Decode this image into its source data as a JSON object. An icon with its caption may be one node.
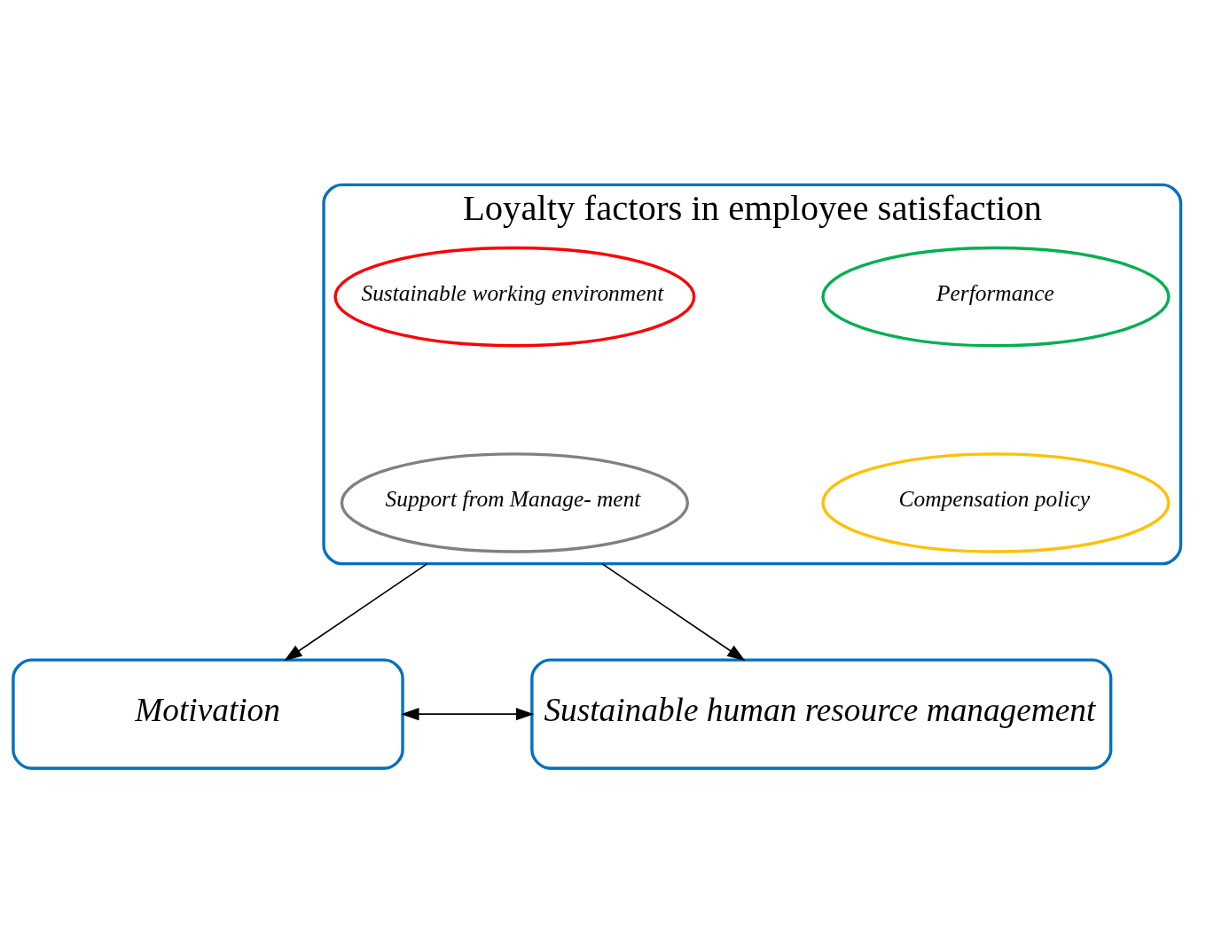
{
  "diagram": {
    "nodes": [
      {
        "text": [
          "Loyalty factors in employee satisfaction"
        ]
      },
      {
        "text": [
          "Performance"
        ],
        "in": 0
      },
      {
        "text": [
          "Sustainable working environment"
        ],
        "in": 0
      },
      {
        "text": [
          "Compensation policy"
        ],
        "in": 0
      },
      {
        "text": [
          "Support from Manage- ment"
        ],
        "in": 0
      },
      {
        "text": [
          "Motivation"
        ]
      },
      {
        "text": [
          "Sustainable human resource management"
        ]
      }
    ],
    "edges": [
      {
        "from": 0,
        "to": 5,
        "arrow": "to"
      },
      {
        "from": 0,
        "to": 6,
        "arrow": "to"
      },
      {
        "from": 5,
        "to": 6,
        "arrow": "both"
      }
    ]
  }
}
